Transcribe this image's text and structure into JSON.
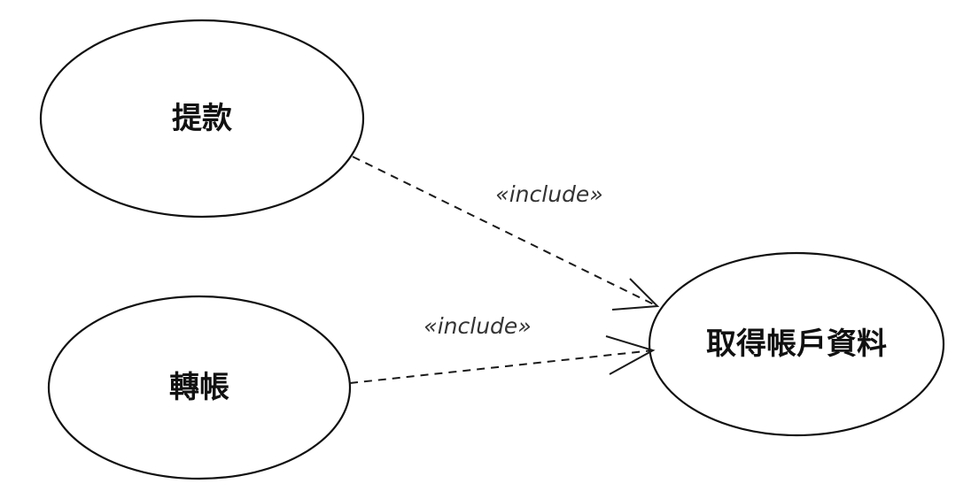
{
  "use_cases": {
    "withdraw": {
      "label": "提款"
    },
    "transfer": {
      "label": "轉帳"
    },
    "get_account_info": {
      "label": "取得帳戶資料"
    }
  },
  "relationships": [
    {
      "from": "withdraw",
      "to": "get_account_info",
      "stereotype": "«include»",
      "style": "dashed-open-arrow"
    },
    {
      "from": "transfer",
      "to": "get_account_info",
      "stereotype": "«include»",
      "style": "dashed-open-arrow"
    }
  ]
}
